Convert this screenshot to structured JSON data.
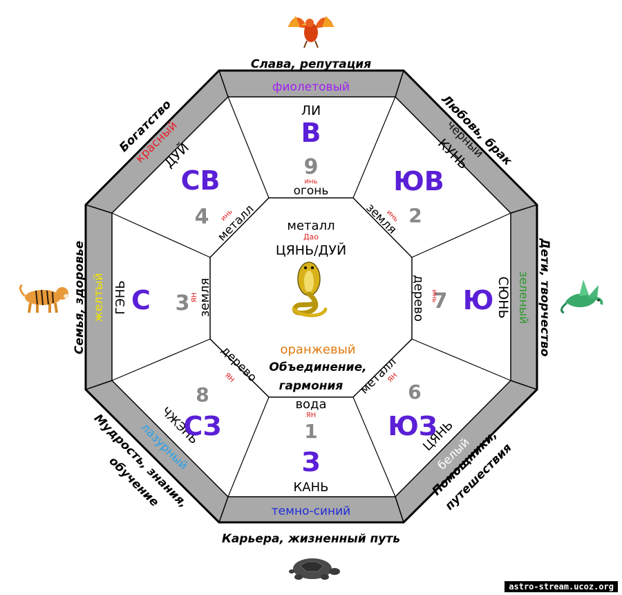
{
  "center": {
    "element": "металл",
    "polarity": "Дао",
    "trigram": "ЦЯНЬ/ДУЙ",
    "color": "оранжевый",
    "meaning_1": "Объединение,",
    "meaning_2": "гармония",
    "animal_icon": "cobra-snake-icon"
  },
  "sectors": [
    {
      "id": "n",
      "direction": "В",
      "trigram": "ЛИ",
      "number": "9",
      "polarity": "инь",
      "element": "огонь",
      "color_name": "фиолетовый",
      "color_hex": "#a020f0",
      "life_area": "Слава, репутация"
    },
    {
      "id": "ne",
      "direction": "ЮВ",
      "trigram": "КУНЬ",
      "number": "2",
      "polarity": "инь",
      "element": "земля",
      "color_name": "черный",
      "color_hex": "#111111",
      "life_area": "Любовь, брак"
    },
    {
      "id": "e",
      "direction": "Ю",
      "trigram": "СЮНЬ",
      "number": "7",
      "polarity": "инь",
      "element": "дерево",
      "color_name": "зеленый",
      "color_hex": "#2e9a2e",
      "life_area": "Дети, творчество"
    },
    {
      "id": "se",
      "direction": "ЮЗ",
      "trigram": "ЦЯНЬ",
      "number": "6",
      "polarity": "ЯН",
      "element": "металл",
      "color_name": "белый",
      "color_hex": "#ffffff",
      "life_area": "Помощники, путешествия"
    },
    {
      "id": "s",
      "direction": "З",
      "trigram": "КАНЬ",
      "number": "1",
      "polarity": "ЯН",
      "element": "вода",
      "color_name": "темно-синий",
      "color_hex": "#1e2ad8",
      "life_area": "Карьера, жизненный путь"
    },
    {
      "id": "sw",
      "direction": "СЗ",
      "trigram": "ЧЖЭНЬ",
      "number": "8",
      "polarity": "ЯН",
      "element": "дерево",
      "color_name": "лазурный",
      "color_hex": "#2aa0e8",
      "life_area": "Мудрость, знания, обучение"
    },
    {
      "id": "w",
      "direction": "С",
      "trigram": "ГЭНЬ",
      "number": "3",
      "polarity": "ЯН",
      "element": "земля",
      "color_name": "желтый",
      "color_hex": "#f2e600",
      "life_area": "Семья, здоровье"
    },
    {
      "id": "nw",
      "direction": "СВ",
      "trigram": "ДУЙ",
      "number": "4",
      "polarity": "инь",
      "element": "металл",
      "color_name": "красный",
      "color_hex": "#e8202a",
      "life_area": "Богатство"
    }
  ],
  "animals": {
    "top": "phoenix-icon",
    "right": "dragon-icon",
    "bottom": "turtle-icon",
    "left": "tiger-icon"
  },
  "watermark": "astro-stream.ucoz.org",
  "colors": {
    "direction_text": "#5a1fd6",
    "number_text": "#888888",
    "polarity_text": "#e02020",
    "border_fill": "#a9a9a9",
    "center_color_text": "#e07a10"
  }
}
